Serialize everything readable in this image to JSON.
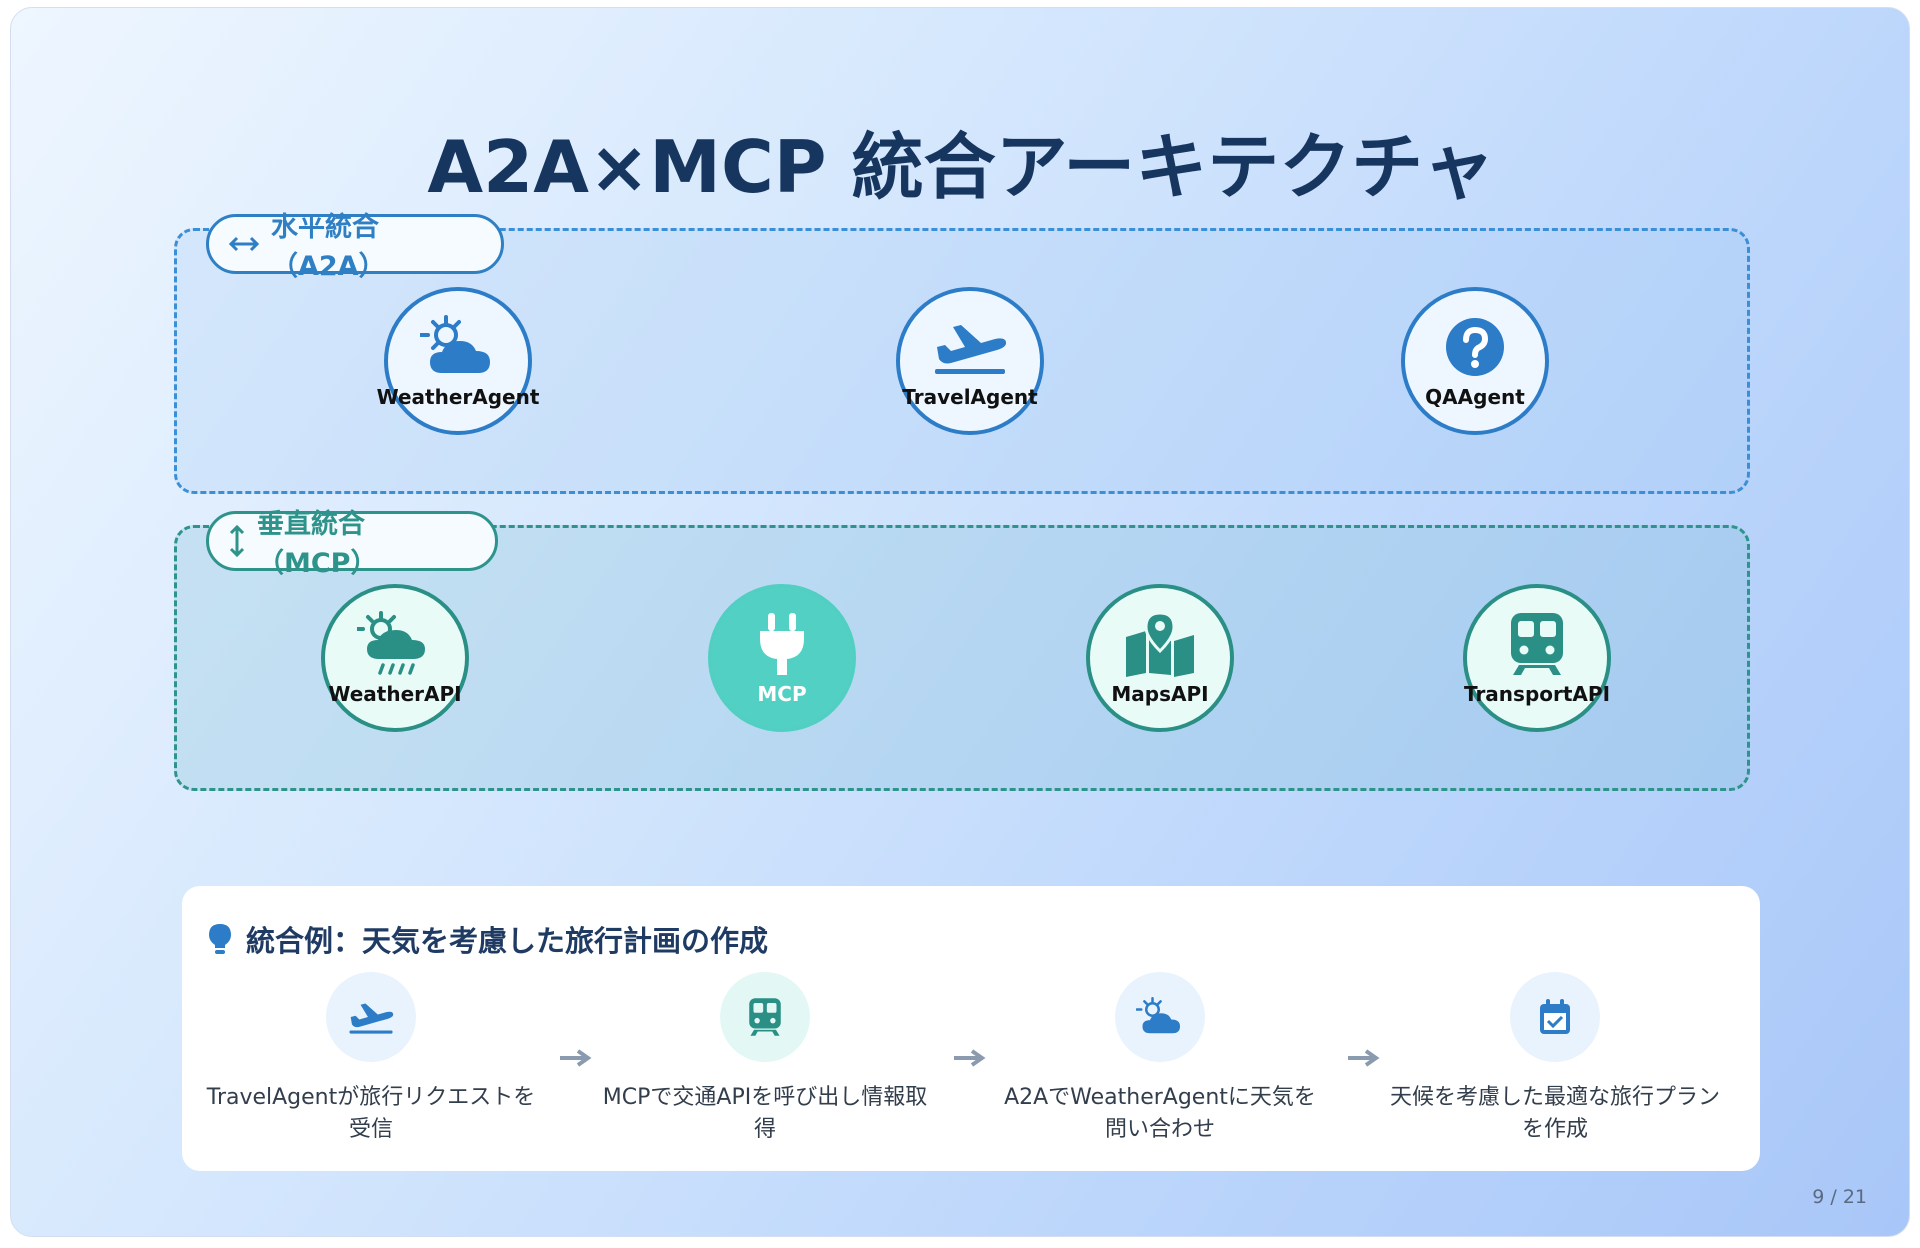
{
  "title": "A2A×MCP 統合アーキテクチャ",
  "sections": {
    "horizontal": {
      "label": "水平統合（A2A）",
      "icon": "horizontal-arrows-icon",
      "nodes": [
        {
          "label": "WeatherAgent",
          "icon": "weather-sun-cloud-icon"
        },
        {
          "label": "TravelAgent",
          "icon": "plane-departure-icon"
        },
        {
          "label": "QAAgent",
          "icon": "question-circle-icon"
        }
      ]
    },
    "vertical": {
      "label": "垂直統合（MCP）",
      "icon": "vertical-arrows-icon",
      "nodes": [
        {
          "label": "WeatherAPI",
          "icon": "weather-rain-icon"
        },
        {
          "label": "MCP",
          "icon": "plug-icon"
        },
        {
          "label": "MapsAPI",
          "icon": "map-pin-icon"
        },
        {
          "label": "TransportAPI",
          "icon": "train-icon"
        }
      ]
    }
  },
  "example": {
    "title": "統合例：天気を考慮した旅行計画の作成",
    "icon": "lightbulb-icon",
    "steps": [
      {
        "text": "TravelAgentが旅行リクエストを受信",
        "icon": "plane-departure-icon"
      },
      {
        "text": "MCPで交通APIを呼び出し情報取得",
        "icon": "train-icon"
      },
      {
        "text": "A2AでWeatherAgentに天気を問い合わせ",
        "icon": "weather-sun-cloud-icon"
      },
      {
        "text": "天候を考慮した最適な旅行プランを作成",
        "icon": "calendar-check-icon"
      }
    ]
  },
  "pager": "9 / 21",
  "colors": {
    "title": "#17365f",
    "a2a": "#2f7fc4",
    "mcp": "#2e938a",
    "hub": "#52d0c4"
  }
}
